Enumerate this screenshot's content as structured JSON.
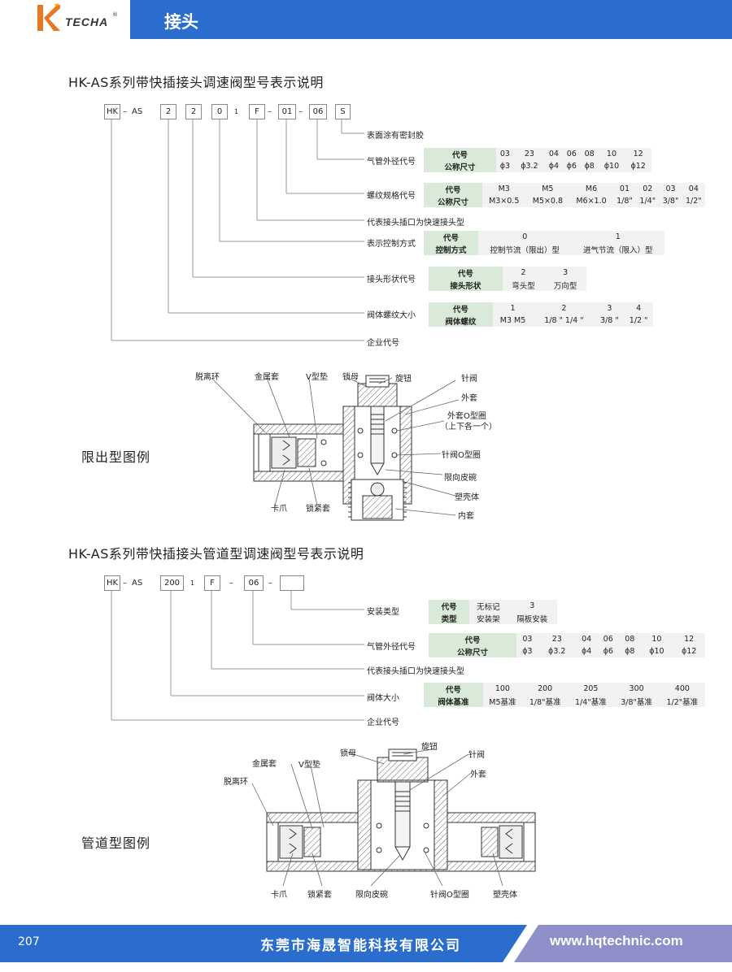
{
  "header": {
    "logo_text": "TECHA",
    "logo_reg": "®",
    "title": "接头"
  },
  "section1": {
    "title": "HK-AS系列带快插接头调速阀型号表示说明",
    "code": {
      "prefix": "HK",
      "dash": "–",
      "as": "AS",
      "b1": "2",
      "b2": "2",
      "b3": "0",
      "one": "1",
      "b4": "F",
      "b5": "01",
      "b6": "06",
      "b7": "S"
    },
    "labels": {
      "coating": "表面涂有密封胶",
      "tube": "气管外径代号",
      "thread": "螺纹规格代号",
      "quick": "代表接头插口为快速接头型",
      "control": "表示控制方式",
      "shape": "接头形状代号",
      "body": "阀体螺纹大小",
      "company": "企业代号"
    },
    "tube_table": {
      "h1": "代号",
      "h2": "公称尺寸",
      "codes": [
        "03",
        "23",
        "04",
        "06",
        "08",
        "10",
        "12"
      ],
      "sizes": [
        "ϕ3",
        "ϕ3.2",
        "ϕ4",
        "ϕ6",
        "ϕ8",
        "ϕ10",
        "ϕ12"
      ]
    },
    "thread_table": {
      "h1": "代号",
      "h2": "公称尺寸",
      "codes": [
        "M3",
        "M5",
        "M6",
        "01",
        "02",
        "03",
        "04"
      ],
      "sizes": [
        "M3×0.5",
        "M5×0.8",
        "M6×1.0",
        "1/8\"",
        "1/4\"",
        "3/8\"",
        "1/2\""
      ]
    },
    "control_table": {
      "h1": "代号",
      "h2": "控制方式",
      "codes": [
        "0",
        "1"
      ],
      "modes": [
        "控制节流（限出）型",
        "进气节流（限入）型"
      ]
    },
    "shape_table": {
      "h1": "代号",
      "h2": "接头形状",
      "codes": [
        "2",
        "3"
      ],
      "shapes": [
        "弯头型",
        "万向型"
      ]
    },
    "body_table": {
      "h1": "代号",
      "h2": "阀体螺纹",
      "codes": [
        "1",
        "2",
        "3",
        "4"
      ],
      "threads": [
        "M3  M5",
        "1/8 \"  1/4 \"",
        "3/8 \"",
        "1/2 \""
      ]
    }
  },
  "figure1": {
    "caption": "限出型图例",
    "labels": {
      "tuoli": "脱离环",
      "jinshu": "金属套",
      "vxing": "V型垫",
      "suomu": "锁母",
      "xuanniu": "旋钮",
      "zhenfa": "针阀",
      "waitao": "外套",
      "waitao_o": "外套O型圈",
      "waitao_o2": "（上下各一个）",
      "zhenfa_o": "针阀O型圈",
      "xianxiang": "限向皮碗",
      "suke": "塑壳体",
      "neitao": "内套",
      "kazhua": "卡爪",
      "suojin": "锁紧套"
    }
  },
  "section2": {
    "title": "HK-AS系列带快插接头管道型调速阀型号表示说明",
    "code": {
      "prefix": "HK",
      "dash": "–",
      "as": "AS",
      "b1": "200",
      "one": "1",
      "b2": "F",
      "b3": "06",
      "b4": ""
    },
    "labels": {
      "install": "安装类型",
      "tube": "气管外径代号",
      "quick": "代表接头插口为快速接头型",
      "body": "阀体大小",
      "company": "企业代号"
    },
    "install_table": {
      "h1": "代号",
      "h2": "类型",
      "codes": [
        "无标记",
        "3"
      ],
      "types": [
        "安装架",
        "隔板安装"
      ]
    },
    "tube_table": {
      "h1": "代号",
      "h2": "公称尺寸",
      "codes": [
        "03",
        "23",
        "04",
        "06",
        "08",
        "10",
        "12"
      ],
      "sizes": [
        "ϕ3",
        "ϕ3.2",
        "ϕ4",
        "ϕ6",
        "ϕ8",
        "ϕ10",
        "ϕ12"
      ]
    },
    "body_table": {
      "h1": "代号",
      "h2": "阀体基准",
      "codes": [
        "100",
        "200",
        "205",
        "300",
        "400"
      ],
      "bases": [
        "M5基准",
        "1/8\"基准",
        "1/4\"基准",
        "3/8\"基准",
        "1/2\"基准"
      ]
    }
  },
  "figure2": {
    "caption": "管道型图例",
    "labels": {
      "suomu": "锁母",
      "xuanniu": "旋钮",
      "zhenfa": "针阀",
      "jinshu": "金属套",
      "vxing": "V型垫",
      "waitao": "外套",
      "tuoli": "脱离环",
      "kazhua": "卡爪",
      "suojin": "锁紧套",
      "xianxiang": "限向皮碗",
      "zhenfa_o": "针阀O型圈",
      "suke": "塑壳体"
    }
  },
  "footer": {
    "page": "207",
    "company": "东莞市海晟智能科技有限公司",
    "website": "www.hqtechnic.com"
  }
}
